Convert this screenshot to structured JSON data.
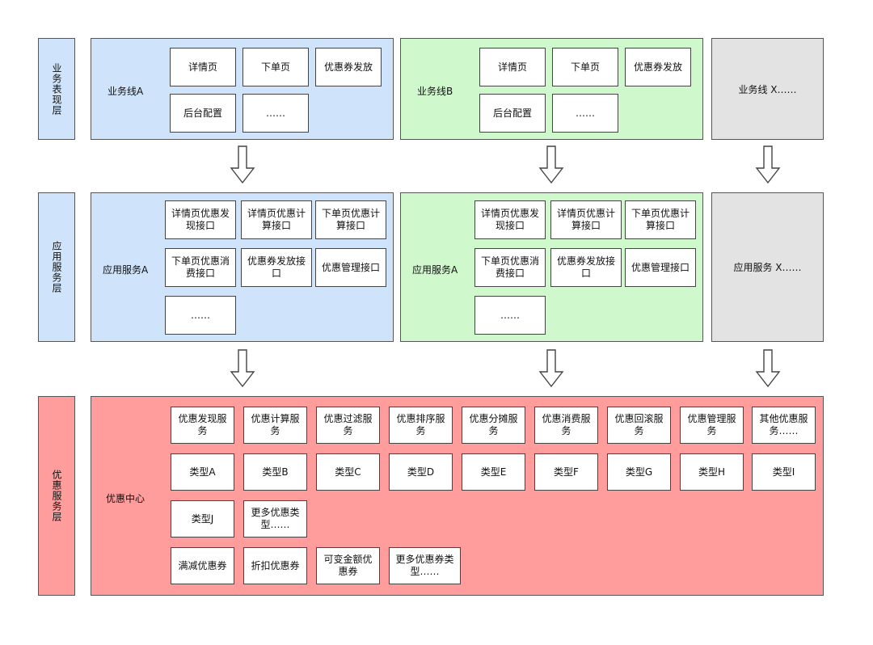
{
  "colors": {
    "blue": "#cfe3fb",
    "green": "#cff8cc",
    "grey": "#e3e3e3",
    "red": "#ff9c9c",
    "border": "#555555"
  },
  "layers": {
    "business": "业务表现层",
    "application": "应用服务层",
    "coupon": "优惠服务层"
  },
  "business_row": {
    "line_a": {
      "title": "业务线A",
      "boxes": [
        "详情页",
        "下单页",
        "优惠券发放",
        "后台配置",
        "……"
      ]
    },
    "line_b": {
      "title": "业务线B",
      "boxes": [
        "详情页",
        "下单页",
        "优惠券发放",
        "后台配置",
        "……"
      ]
    },
    "line_x": {
      "title": "业务线 X……"
    }
  },
  "application_row": {
    "service_a": {
      "title": "应用服务A",
      "boxes": [
        "详情页优惠发现接口",
        "详情页优惠计算接口",
        "下单页优惠计算接口",
        "下单页优惠消费接口",
        "优惠券发放接口",
        "优惠管理接口",
        "……"
      ]
    },
    "service_b": {
      "title": "应用服务A",
      "boxes": [
        "详情页优惠发现接口",
        "详情页优惠计算接口",
        "下单页优惠计算接口",
        "下单页优惠消费接口",
        "优惠券发放接口",
        "优惠管理接口",
        "……"
      ]
    },
    "service_x": {
      "title": "应用服务 X……"
    }
  },
  "coupon_center": {
    "title": "优惠中心",
    "services": [
      "优惠发现服务",
      "优惠计算服务",
      "优惠过滤服务",
      "优惠排序服务",
      "优惠分摊服务",
      "优惠消费服务",
      "优惠回滚服务",
      "优惠管理服务",
      "其他优惠服务……"
    ],
    "types": [
      "类型A",
      "类型B",
      "类型C",
      "类型D",
      "类型E",
      "类型F",
      "类型G",
      "类型H",
      "类型I"
    ],
    "types_more": [
      "类型J",
      "更多优惠类型……"
    ],
    "coupons": [
      "满减优惠券",
      "折扣优惠券",
      "可变金额优惠券",
      "更多优惠券类型……"
    ]
  }
}
